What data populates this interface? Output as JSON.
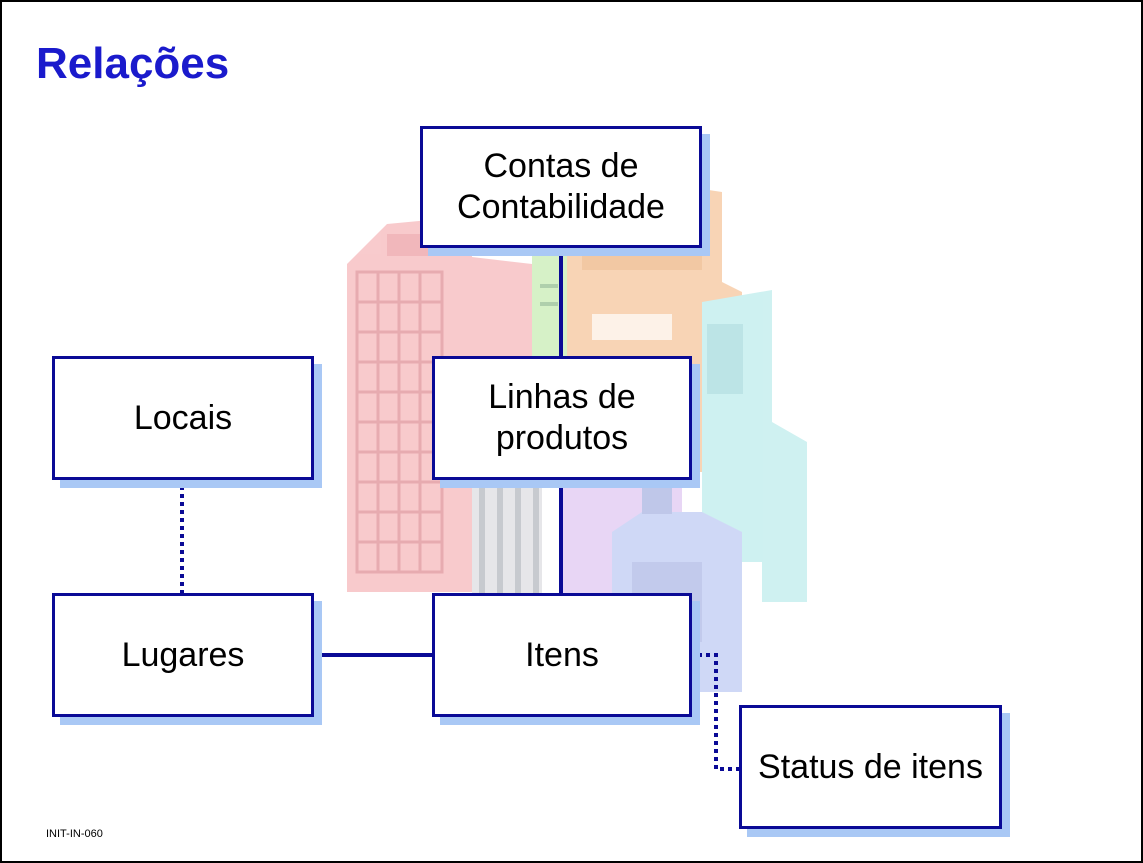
{
  "slide": {
    "title": "Relações",
    "footer": "INIT-IN-060"
  },
  "colors": {
    "title": "#1a1acc",
    "box_border": "#0a0a96",
    "box_shadow": "#a9c8f5",
    "connector": "#0a0a96"
  },
  "nodes": {
    "contas": {
      "line1": "Contas de",
      "line2": "Contabilidade"
    },
    "linhas": {
      "line1": "Linhas de",
      "line2": "produtos"
    },
    "locais": {
      "label": "Locais"
    },
    "lugares": {
      "label": "Lugares"
    },
    "itens": {
      "label": "Itens"
    },
    "status": {
      "label": "Status de itens"
    }
  },
  "edges": [
    {
      "from": "contas",
      "to": "linhas",
      "style": "solid"
    },
    {
      "from": "linhas",
      "to": "itens",
      "style": "solid"
    },
    {
      "from": "lugares",
      "to": "itens",
      "style": "solid"
    },
    {
      "from": "locais",
      "to": "lugares",
      "style": "dotted"
    },
    {
      "from": "itens",
      "to": "status",
      "style": "dotted"
    }
  ]
}
